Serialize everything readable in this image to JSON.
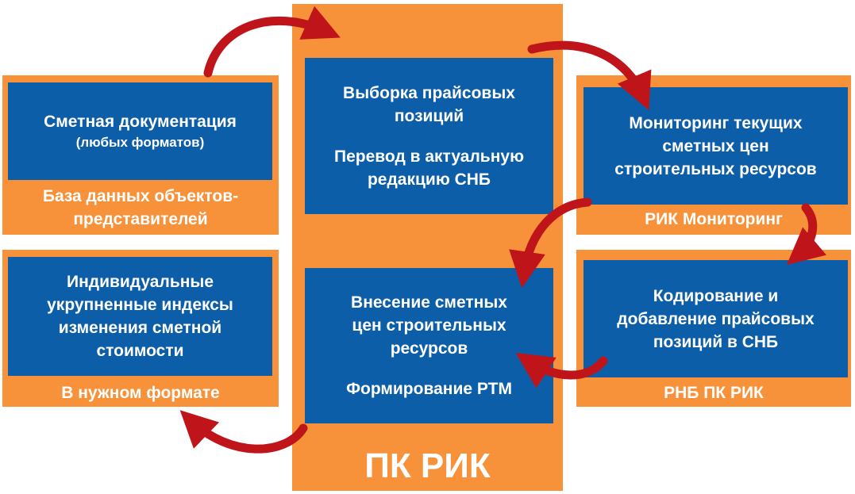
{
  "colors": {
    "panel": "#f7923a",
    "box": "#0d5ea8",
    "arrow": "#c0141b",
    "text": "#ffffff"
  },
  "left_top": {
    "box_line1": "Сметная документация",
    "box_line2": "(любых форматов)",
    "caption_line1": "База данных объектов-",
    "caption_line2": "представителей"
  },
  "left_bottom": {
    "box_lines": [
      "Индивидуальные",
      "укрупненные индексы",
      "изменения сметной",
      "стоимости"
    ],
    "caption": "В нужном формате"
  },
  "center": {
    "top_box_a": [
      "Выборка прайсовых",
      "позиций"
    ],
    "top_box_b": [
      "Перевод в актуальную",
      "редакцию СНБ"
    ],
    "bottom_box_a": [
      "Внесение сметных",
      "цен строительных",
      "ресурсов"
    ],
    "bottom_box_b": "Формирование РТМ",
    "caption": "ПК РИК"
  },
  "right_top": {
    "box_lines": [
      "Мониторинг текущих",
      "сметных цен",
      "строительных ресурсов"
    ],
    "caption": "РИК Мониторинг"
  },
  "right_bottom": {
    "box_lines": [
      "Кодирование и",
      "добавление прайсовых",
      "позиций в СНБ"
    ],
    "caption": "РНБ ПК РИК"
  }
}
